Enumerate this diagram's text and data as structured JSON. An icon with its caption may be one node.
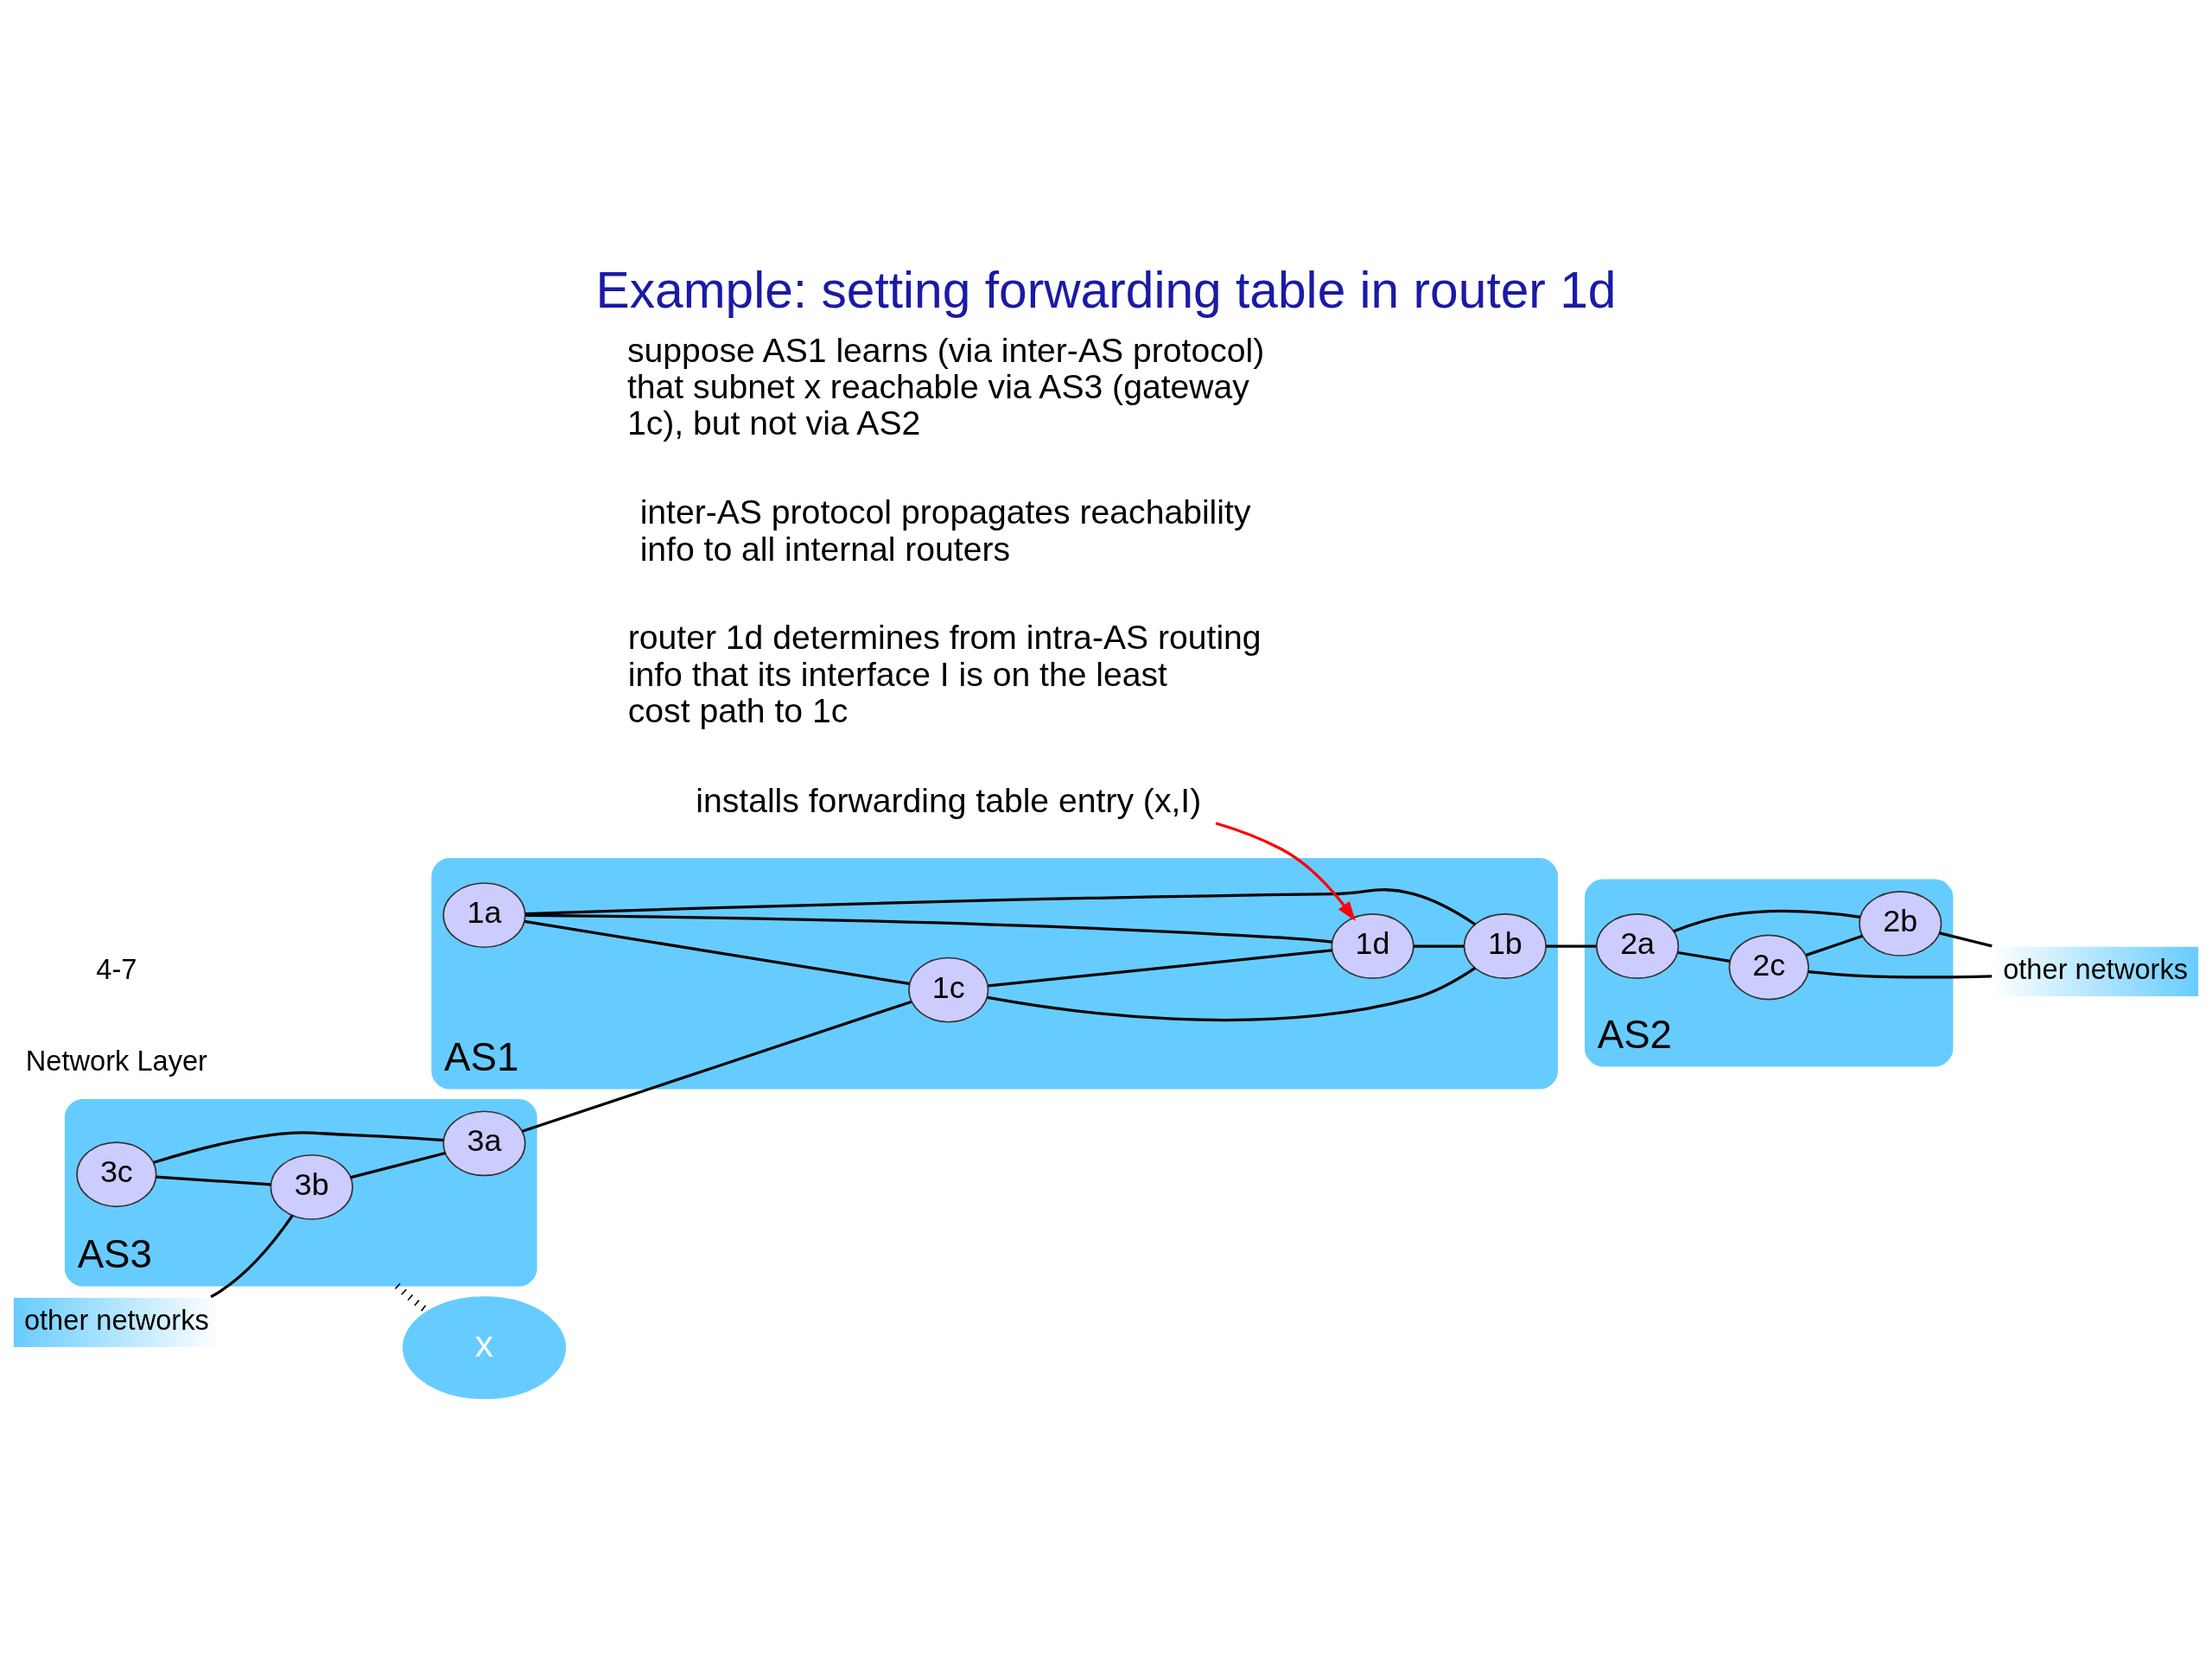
{
  "diagram": {
    "title": "Example: setting forwarding table in router 1d",
    "nodes": [
      {
        "text": [
          "AS3"
        ]
      },
      {
        "text": [
          "3c"
        ],
        "in": 0
      },
      {
        "text": [
          "3a"
        ],
        "in": 0
      },
      {
        "text": [
          "3b"
        ],
        "in": 0
      },
      {
        "text": [
          "x"
        ]
      },
      {
        "text": [
          "AS1"
        ]
      },
      {
        "text": [
          "1c"
        ],
        "in": 5
      },
      {
        "text": [
          "1a"
        ],
        "in": 5
      },
      {
        "text": [
          "1b"
        ],
        "in": 5
      },
      {
        "text": [
          "1d"
        ],
        "in": 5
      },
      {
        "text": [
          "AS2"
        ]
      },
      {
        "text": [
          "2c"
        ],
        "in": 10
      },
      {
        "text": [
          "2a"
        ],
        "in": 10
      },
      {
        "text": [
          "2b"
        ],
        "in": 10
      },
      {
        "text": [
          "other networks"
        ]
      },
      {
        "text": [
          "other networks"
        ]
      },
      {
        "text": [
          "installs forwarding table entry (x,I)"
        ]
      }
    ],
    "edges": [
      {
        "from": 1,
        "to": 2,
        "arrow": "none"
      },
      {
        "from": 1,
        "to": 3,
        "arrow": "none"
      },
      {
        "from": 3,
        "to": 2,
        "arrow": "none"
      },
      {
        "from": 0,
        "to": 4,
        "arrow": "none",
        "style": "dashed"
      },
      {
        "from": 15,
        "to": 3,
        "arrow": "none"
      },
      {
        "from": 2,
        "to": 6,
        "arrow": "none"
      },
      {
        "from": 7,
        "to": 6,
        "arrow": "none"
      },
      {
        "from": 6,
        "to": 9,
        "arrow": "none"
      },
      {
        "from": 6,
        "to": 8,
        "arrow": "none"
      },
      {
        "from": 7,
        "to": 8,
        "arrow": "none"
      },
      {
        "from": 7,
        "to": 9,
        "arrow": "none"
      },
      {
        "from": 9,
        "to": 8,
        "arrow": "none"
      },
      {
        "from": 8,
        "to": 12,
        "arrow": "none"
      },
      {
        "from": 12,
        "to": 11,
        "arrow": "none"
      },
      {
        "from": 12,
        "to": 13,
        "arrow": "none"
      },
      {
        "from": 11,
        "to": 13,
        "arrow": "none"
      },
      {
        "from": 11,
        "to": 14,
        "arrow": "none"
      },
      {
        "from": 13,
        "to": 14,
        "arrow": "none"
      },
      {
        "from": 16,
        "to": 9,
        "arrow": "to",
        "color": "#ff0000"
      }
    ],
    "labels": [
      "suppose AS1 learns (via inter-AS protocol) that subnet x reachable via AS3 (gateway 1c), but not via AS2",
      "inter-AS protocol propagates reachability info to all internal routers",
      "router 1d determines from intra-AS routing info that its interface I is on the least cost path to 1c",
      "Network Layer",
      "4-7"
    ]
  }
}
